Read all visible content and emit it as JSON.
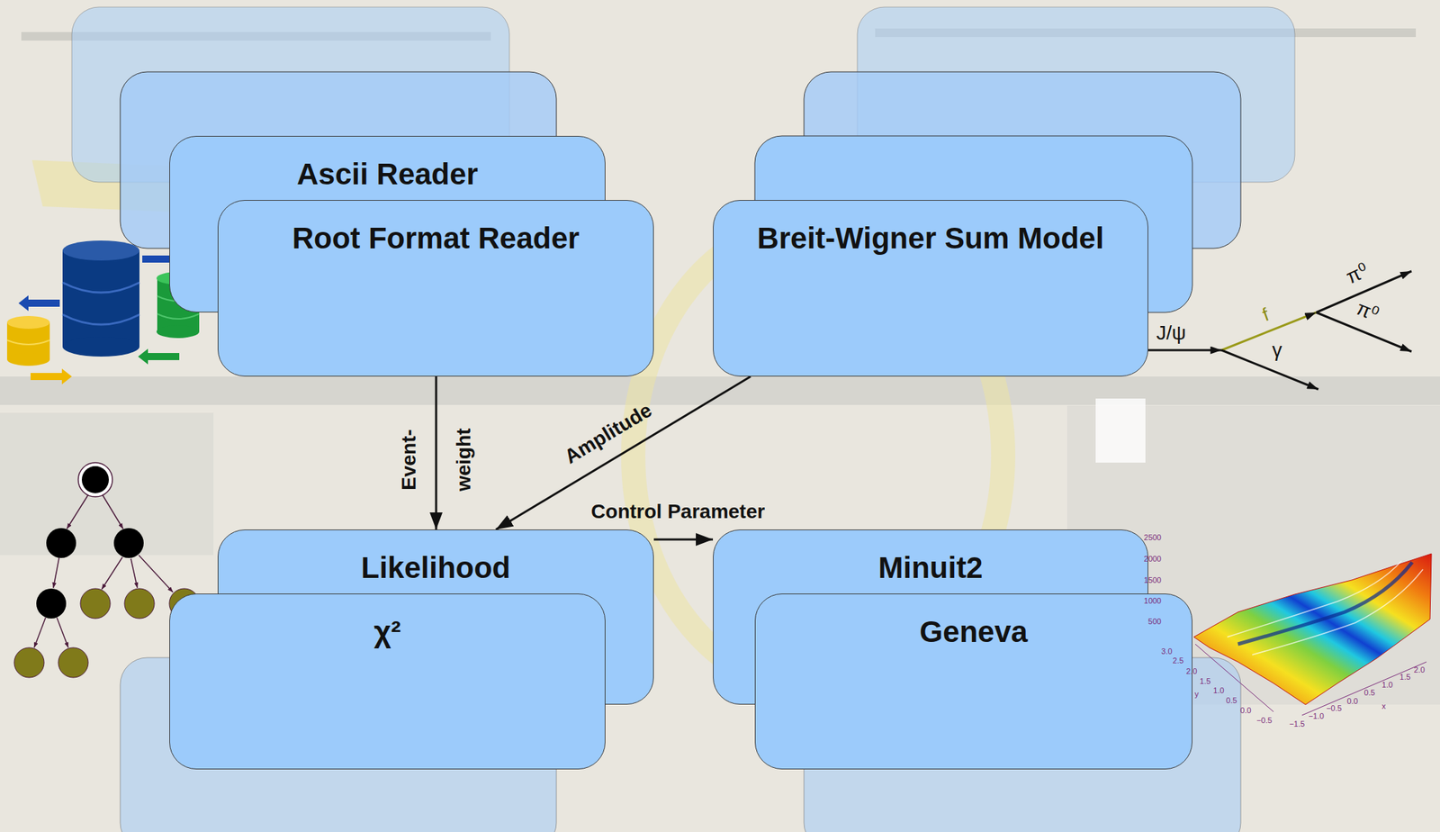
{
  "diagram": {
    "nodes": [
      {
        "text": [
          "Ascii Reader"
        ]
      },
      {
        "text": [
          "Root Format Reader"
        ]
      },
      {
        "text": [
          "Breit-Wigner Sum Model"
        ]
      },
      {
        "text": [
          "Likelihood"
        ]
      },
      {
        "text": [
          "χ²"
        ]
      },
      {
        "text": [
          "Minuit2"
        ]
      },
      {
        "text": [
          "Geneva"
        ]
      }
    ],
    "edges": [
      {
        "from": 1,
        "to": 3,
        "label": "Event- weight",
        "arrow": "to"
      },
      {
        "from": 2,
        "to": 3,
        "label": "Amplitude",
        "arrow": "to"
      },
      {
        "from": 3,
        "to": 5,
        "label": "Control Parameter",
        "arrow": "to"
      }
    ],
    "labels": [
      "J/ψ",
      "f",
      "π⁰",
      "π⁰",
      "γ",
      "2500",
      "2000",
      "1500",
      "1000",
      "500",
      "3.0",
      "2.5",
      "2.0",
      "1.5",
      "1.0",
      "0.5",
      "0.0",
      "−0.5",
      "y",
      "2.0",
      "1.5",
      "1.0",
      "0.5",
      "0.0",
      "−0.5",
      "−1.0",
      "−1.5",
      "x"
    ]
  }
}
